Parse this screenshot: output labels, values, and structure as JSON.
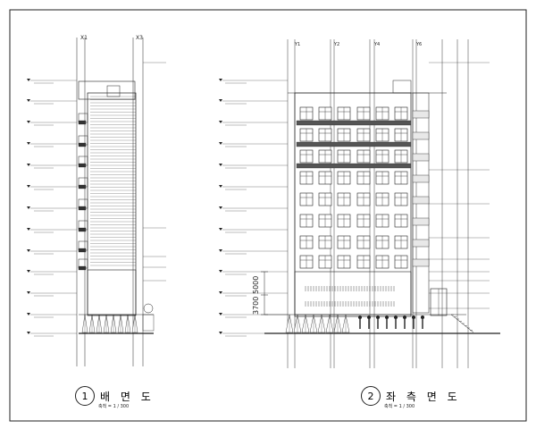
{
  "frame": {
    "border_color": "#222222"
  },
  "rear": {
    "number": "1",
    "title": "배 면 도",
    "scale": "축척 = 1 / 300",
    "grids": [
      "X1",
      "X3"
    ]
  },
  "left": {
    "number": "2",
    "title": "좌 측 면 도",
    "scale": "축척 = 1 / 300",
    "grids": [
      "Y1",
      "Y2",
      "Y4",
      "Y6"
    ],
    "dims": [
      "3700",
      "5000"
    ]
  }
}
